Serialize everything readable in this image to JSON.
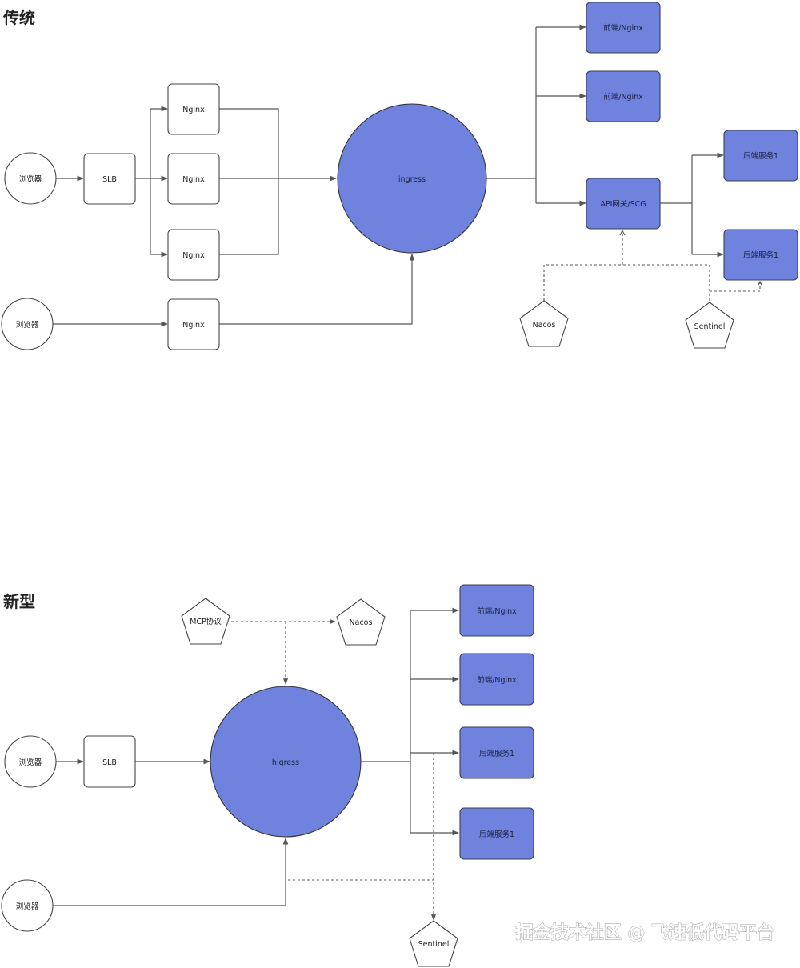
{
  "sections": {
    "traditional": {
      "title": "传统"
    },
    "new": {
      "title": "新型"
    }
  },
  "labels": {
    "browser": "浏览器",
    "slb": "SLB",
    "nginx": "Nginx",
    "ingress": "ingress",
    "higress": "higress",
    "frontend_nginx": "前端/Nginx",
    "api_gateway": "API网关/SCG",
    "backend_service": "后端服务1",
    "nacos": "Nacos",
    "sentinel": "Sentinel",
    "mcp": "MCP协议"
  },
  "watermark": "掘金技术社区 @ 飞速低代码平台",
  "colors": {
    "blue_fill": "#6e82de",
    "stroke": "#444444",
    "line": "#555555"
  }
}
